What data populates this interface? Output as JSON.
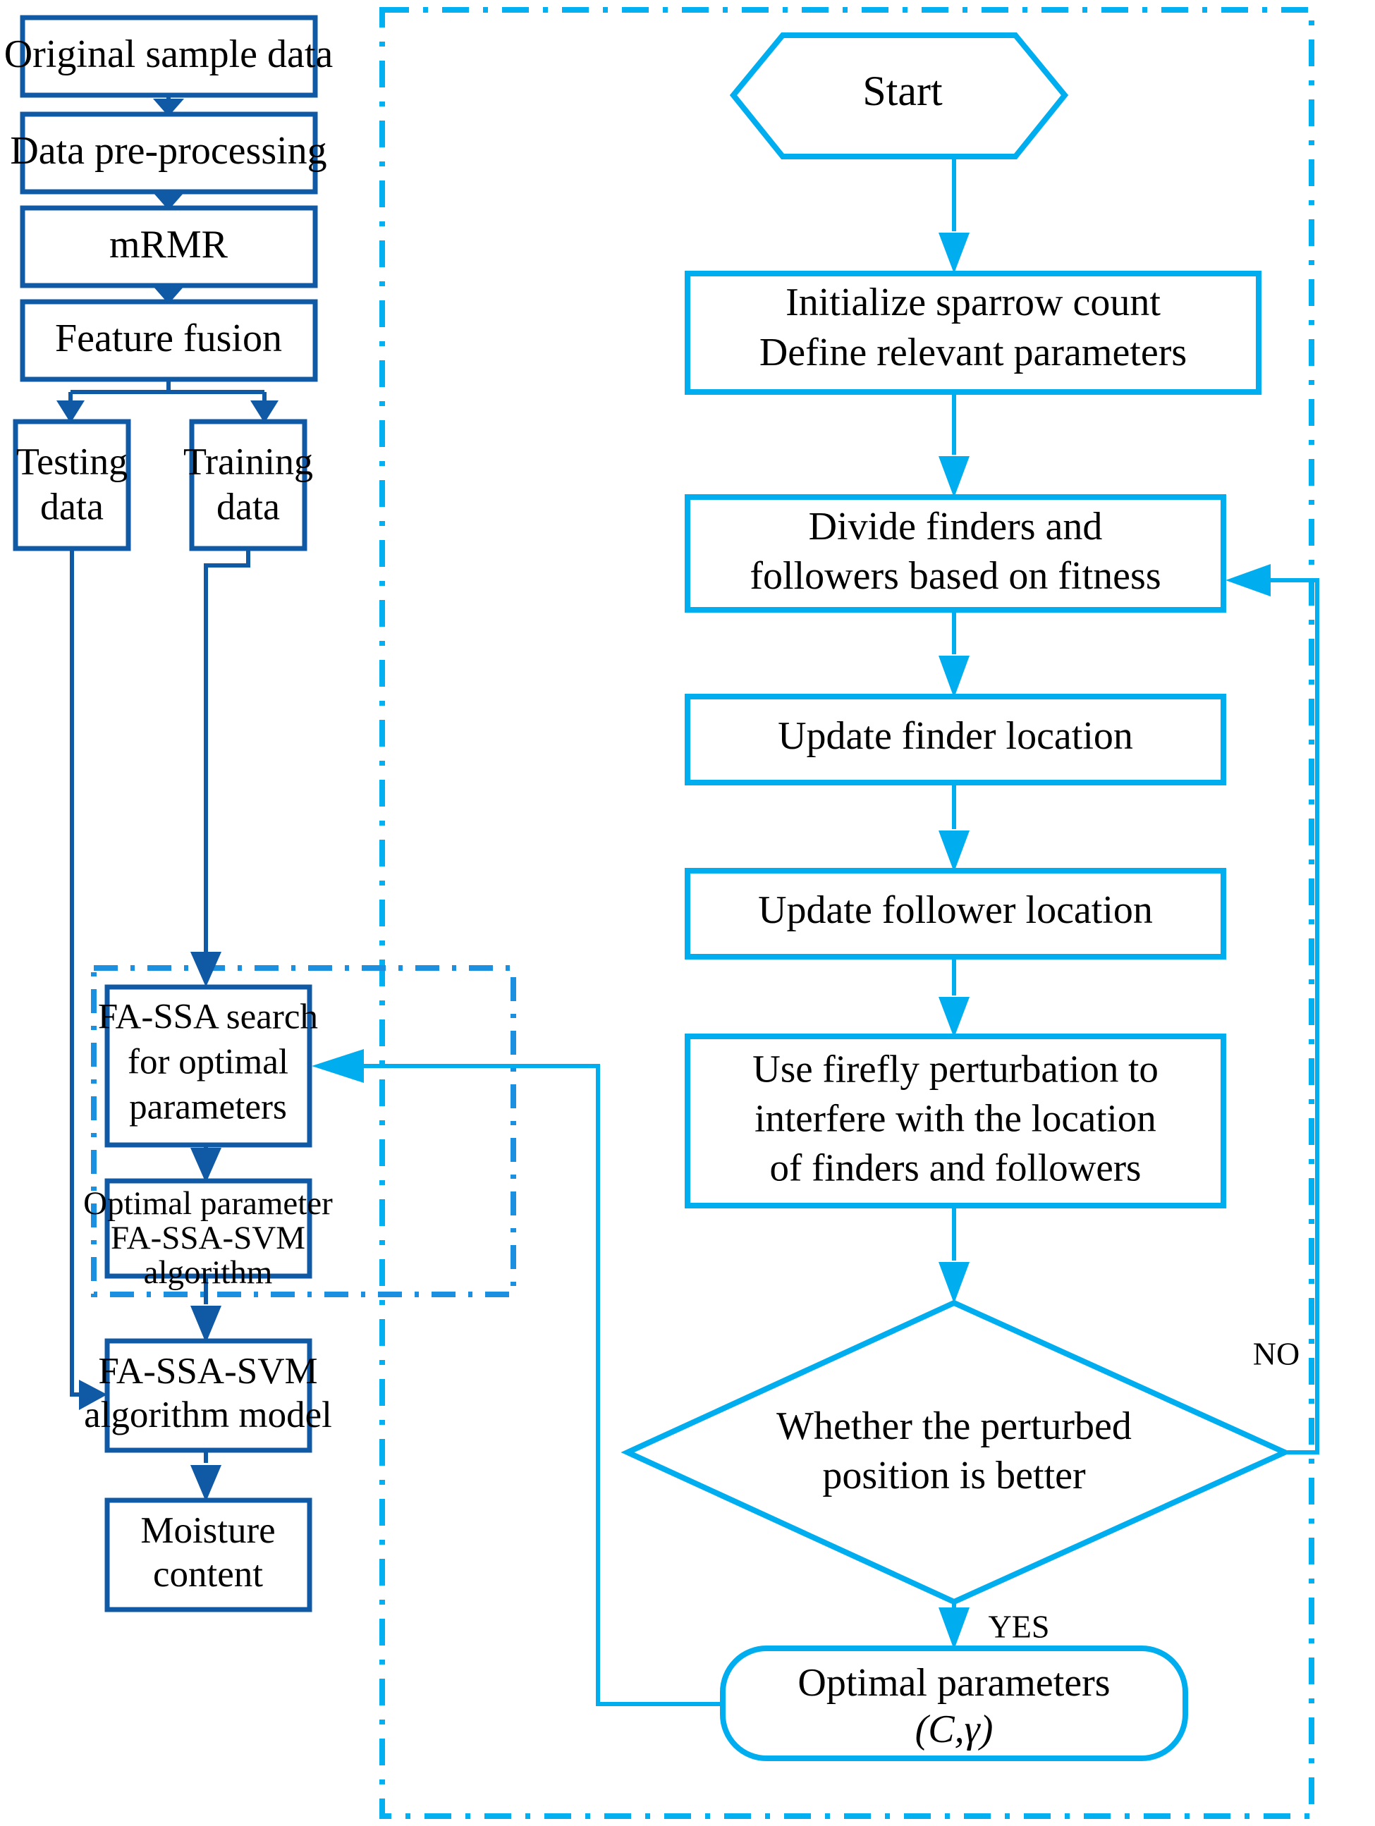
{
  "diagram": {
    "title": "FA-SSA-SVM moisture content prediction flowchart",
    "colors": {
      "left_stroke": "#1059A4",
      "right_stroke": "#00AEEF",
      "left_group_dash": "#1B8FE0",
      "right_group_dash": "#00B0F0",
      "text": "#000000",
      "background": "#ffffff"
    }
  },
  "left_flow": {
    "nodes": [
      {
        "id": "original-sample-data",
        "label": "Original sample data",
        "shape": "rect"
      },
      {
        "id": "data-pre-processing",
        "label": "Data pre-processing",
        "shape": "rect"
      },
      {
        "id": "mrmr",
        "label": "mRMR",
        "shape": "rect"
      },
      {
        "id": "feature-fusion",
        "label": "Feature fusion",
        "shape": "rect"
      },
      {
        "id": "testing-data",
        "label_lines": [
          "Testing",
          "data"
        ],
        "shape": "rect"
      },
      {
        "id": "training-data",
        "label_lines": [
          "Training",
          "data"
        ],
        "shape": "rect"
      },
      {
        "id": "fa-ssa-search",
        "label_lines": [
          "FA-SSA search",
          "for optimal",
          "parameters"
        ],
        "shape": "rect"
      },
      {
        "id": "optimal-parameter-svm",
        "label_lines": [
          "Optimal parameter",
          "FA-SSA-SVM",
          "algorithm"
        ],
        "shape": "rect"
      },
      {
        "id": "fa-ssa-svm-model",
        "label_lines": [
          "FA-SSA-SVM",
          "algorithm model"
        ],
        "shape": "rect"
      },
      {
        "id": "moisture-content",
        "label_lines": [
          "Moisture",
          "content"
        ],
        "shape": "rect"
      }
    ]
  },
  "right_flow": {
    "nodes": [
      {
        "id": "start",
        "label": "Start",
        "shape": "hexagon"
      },
      {
        "id": "initialize-sparrow",
        "label_lines": [
          "Initialize sparrow count",
          "Define relevant parameters"
        ],
        "shape": "rect"
      },
      {
        "id": "divide-finders",
        "label_lines": [
          "Divide finders and",
          "followers based on fitness"
        ],
        "shape": "rect"
      },
      {
        "id": "update-finder-location",
        "label": "Update finder location",
        "shape": "rect"
      },
      {
        "id": "update-follower-location",
        "label": "Update follower location",
        "shape": "rect"
      },
      {
        "id": "firefly-perturbation",
        "label_lines": [
          "Use firefly perturbation to",
          "interfere with the location",
          "of finders and followers"
        ],
        "shape": "rect"
      },
      {
        "id": "whether-perturbed-better",
        "label_lines": [
          "Whether the perturbed",
          "position is better"
        ],
        "shape": "diamond"
      },
      {
        "id": "optimal-parameters",
        "label_lines": [
          "Optimal parameters",
          "(C,γ)"
        ],
        "shape": "stadium"
      }
    ],
    "edge_labels": {
      "no": "NO",
      "yes": "YES"
    }
  },
  "text_lines": {
    "original_sample_data": "Original sample data",
    "data_pre_processing": "Data pre-processing",
    "mrmr": "mRMR",
    "feature_fusion": "Feature fusion",
    "testing_1": "Testing",
    "testing_2": "data",
    "training_1": "Training",
    "training_2": "data",
    "fassa_1": "FA-SSA search",
    "fassa_2": "for optimal",
    "fassa_3": "parameters",
    "optparam_1": "Optimal parameter",
    "optparam_2": "FA-SSA-SVM",
    "optparam_3": "algorithm",
    "model_1": "FA-SSA-SVM",
    "model_2": "algorithm model",
    "moisture_1": "Moisture",
    "moisture_2": "content",
    "start": "Start",
    "init_1": "Initialize sparrow count",
    "init_2": "Define relevant parameters",
    "divide_1": "Divide finders and",
    "divide_2": "followers based on fitness",
    "update_finder": "Update finder location",
    "update_follower": "Update follower location",
    "firefly_1": "Use firefly perturbation to",
    "firefly_2": "interfere with the location",
    "firefly_3": "of finders and followers",
    "decide_1": "Whether the perturbed",
    "decide_2": "position is better",
    "optpar_1": "Optimal parameters",
    "optpar_2": "(C,γ)",
    "no_label": "NO",
    "yes_label": "YES"
  }
}
